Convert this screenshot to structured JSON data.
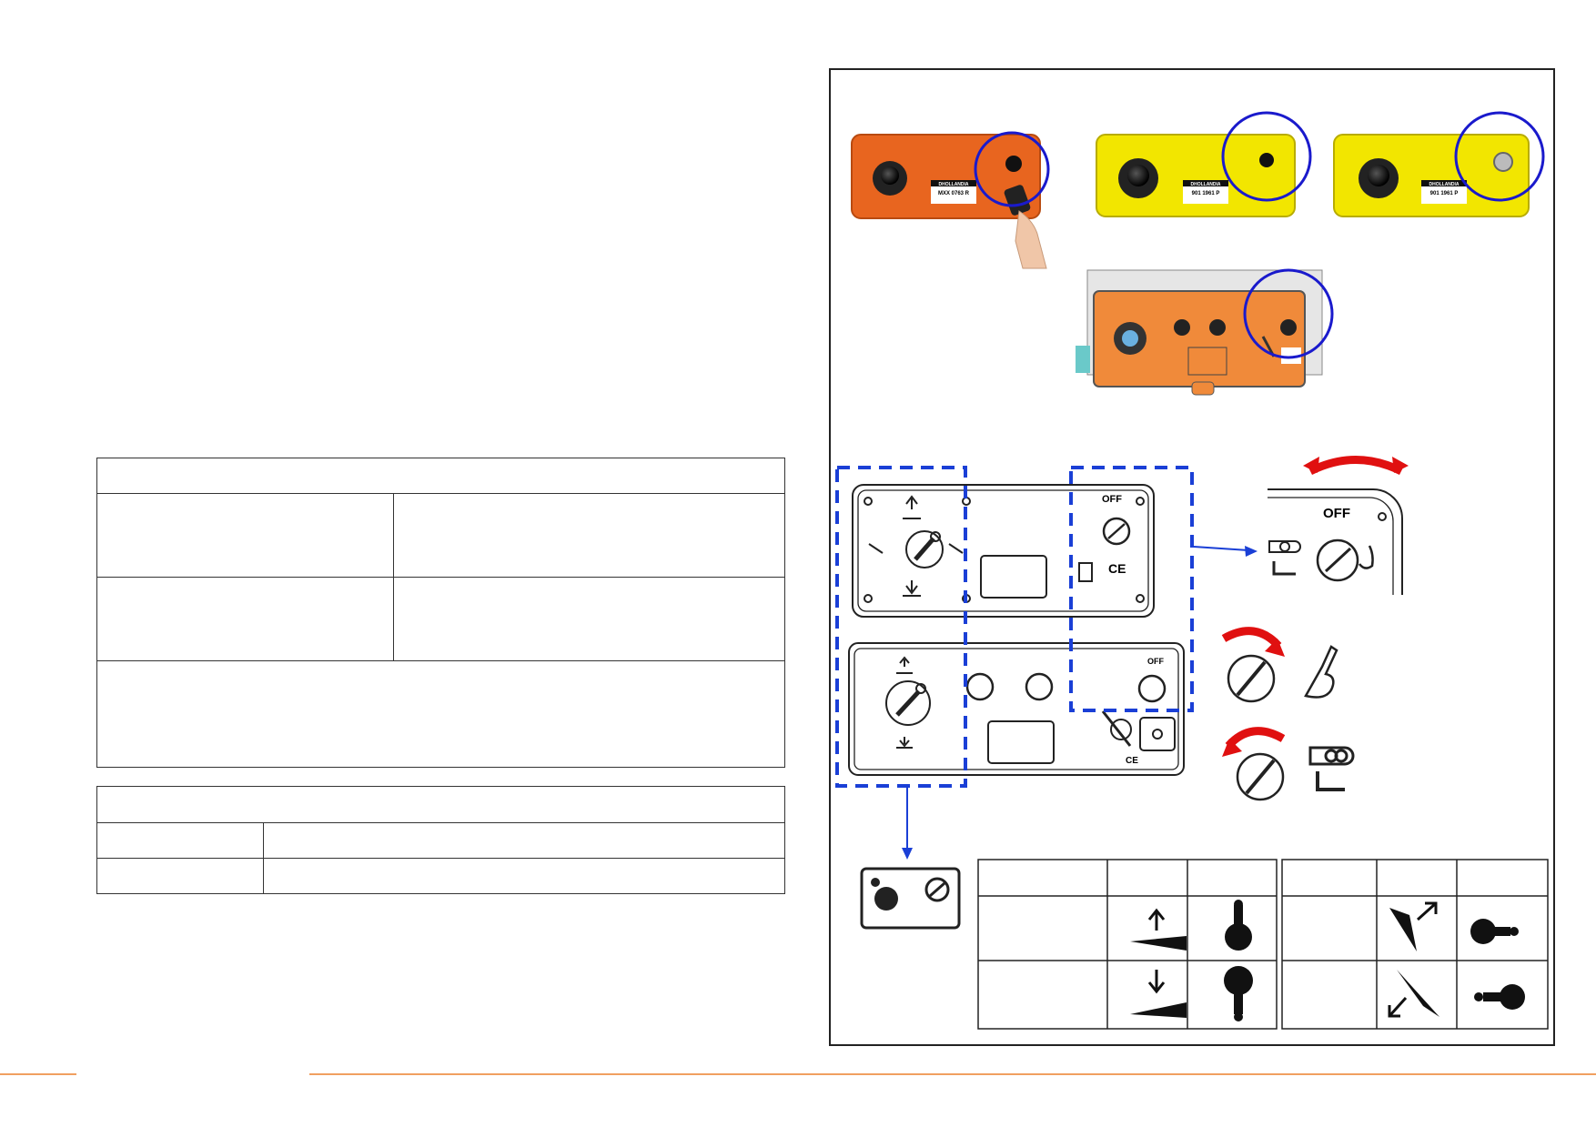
{
  "colors": {
    "accent_rule": "#f0a060",
    "highlight_circle": "#1a1acc",
    "dashed_box": "#1a3fd6",
    "rotate_arrow": "#e01010",
    "panel_orange": "#e8651f",
    "panel_yellow": "#f2e600"
  },
  "icons": [
    "hand-icon",
    "lift-up-icon",
    "lift-down-icon",
    "tilt-icon",
    "key-switch-icon",
    "manual-book-icon",
    "ce-mark-icon",
    "foot-pedal-icon",
    "joystick-icon",
    "rotate-arrow-icon"
  ],
  "panels": {
    "brand": "DHOLLANDIA",
    "orange_part": "MXX 0763 R",
    "yellow_part_1": "901 1961 P",
    "yellow_part_2": "901 1961 P",
    "switch_label": "OFF"
  },
  "marks": {
    "ce": "CE"
  }
}
